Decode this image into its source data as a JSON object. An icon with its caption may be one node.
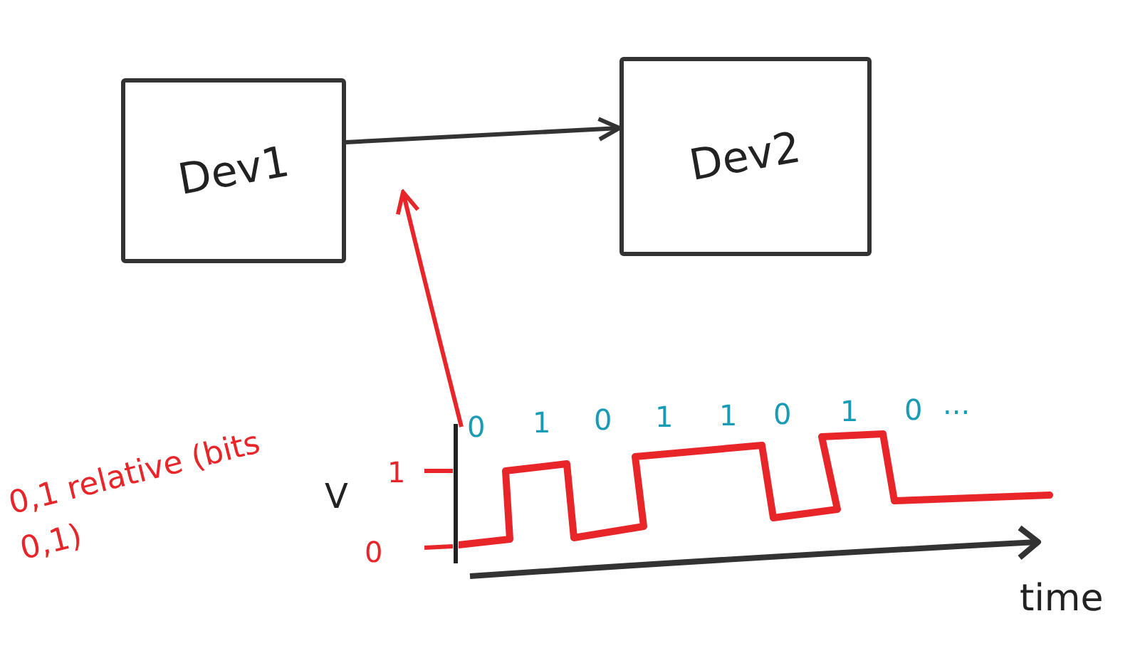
{
  "diagram": {
    "nodes": [
      {
        "text": [
          "Dev1"
        ]
      },
      {
        "text": [
          "Dev2"
        ]
      },
      {
        "text": [],
        "shape": "picture"
      }
    ],
    "edges": [
      {
        "from": 0,
        "to": 1,
        "arrow": "to"
      },
      {
        "from": 2,
        "to": null,
        "arrow": "to",
        "color": "#e8262a"
      }
    ],
    "labels": [
      "0",
      "1",
      "0",
      "1",
      "1",
      "0",
      "1",
      "0",
      "...",
      "0,1 relative (bits 0,1)",
      "V",
      "1",
      "0",
      "time"
    ]
  }
}
